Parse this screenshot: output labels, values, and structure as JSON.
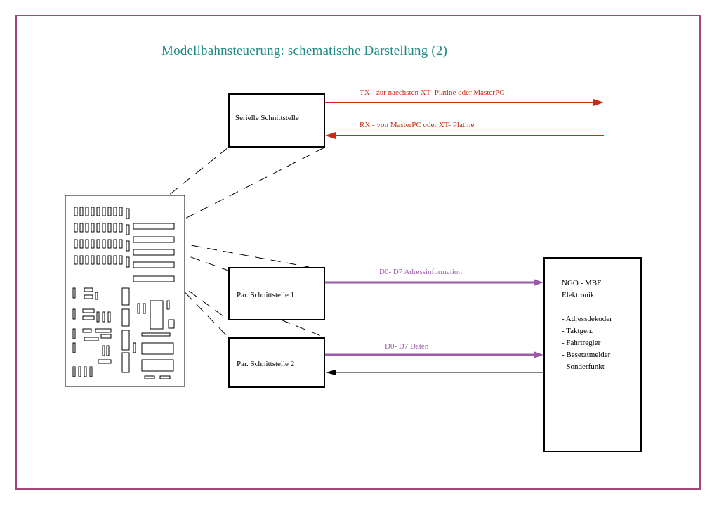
{
  "title": "Modellbahnsteuerung: schematische Darstellung (2)",
  "boxes": {
    "serial": "Serielle Schnittstelle",
    "par1": "Par. Schnittstelle 1",
    "par2": "Par. Schnittstelle 2"
  },
  "signals": {
    "tx": "TX -  zur naechsten XT- Platine oder MasterPC",
    "rx": "RX -  von MasterPC oder XT- Platine",
    "address": "D0- D7  Adressinformation",
    "data": "D0- D7  Daten"
  },
  "ngo": {
    "title_line1": "NGO - MBF",
    "title_line2": "Elektronik",
    "items": [
      "- Adressdekoder",
      "- Taktgen.",
      "- Fahrtregler",
      "- Besetztmelder",
      "- Sonderfunkt"
    ]
  },
  "colors": {
    "frame": "#a04878",
    "title": "#1f8a85",
    "serial_signal": "#cc2a10",
    "parallel_signal": "#9a5aa8"
  }
}
